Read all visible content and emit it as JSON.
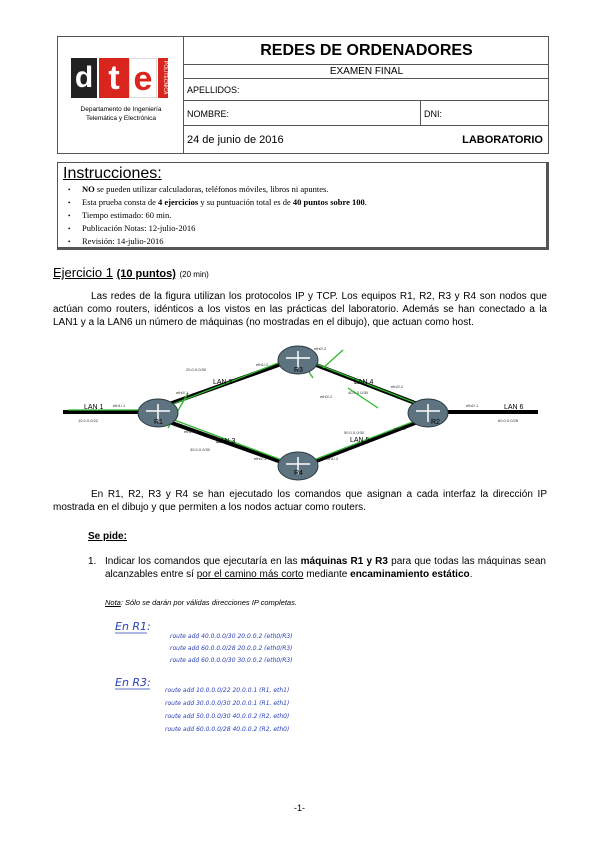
{
  "header": {
    "course_title": "REDES DE ORDENADORES",
    "exam_type": "EXAMEN FINAL",
    "apellidos_label": "APELLIDOS:",
    "nombre_label": "NOMBRE:",
    "dni_label": "DNI:",
    "date": "24 de junio de 2016",
    "section": "LABORATORIO",
    "logo": {
      "letters": [
        "d",
        "t",
        "e"
      ],
      "side_text": "POLITÉCNICA"
    },
    "department": [
      "Departamento de Ingeniería",
      "Telemática y Electrónica"
    ]
  },
  "instructions": {
    "title": "Instrucciones:",
    "items": [
      {
        "bold": "NO",
        "text": " se pueden utilizar calculadoras, teléfonos móviles, libros ni apuntes."
      },
      {
        "pre": "Esta prueba consta de ",
        "b1": "4 ejercicios",
        "mid": " y su puntuación total es de ",
        "b2": "40 puntos sobre 100",
        "post": "."
      },
      {
        "text": "Tiempo estimado: 60 min."
      },
      {
        "text": "Publicación Notas: 12-julio-2016"
      },
      {
        "text": "Revisión: 14-julio-2016"
      }
    ]
  },
  "exercise": {
    "title": "Ejercicio 1",
    "points": "(10 puntos)",
    "time": "(20 min)",
    "intro": "Las redes de la figura utilizan los protocolos IP y TCP. Los equipos R1, R2, R3 y R4 son nodos que actúan como routers, idénticos a los vistos en las prácticas del laboratorio. Además se han conectado a la LAN1 y a la LAN6 un número de máquinas (no mostradas en el dibujo), que actuan como host.",
    "second": "En R1, R2, R3 y R4 se han ejecutado los comandos que asignan a cada interfaz la dirección IP mostrada en el dibujo y que permiten a los nodos actuar como routers."
  },
  "diagram": {
    "routers": [
      "R1",
      "R2",
      "R3",
      "R4"
    ],
    "lans": [
      "LAN 1",
      "LAN 2",
      "LAN 3",
      "LAN 4",
      "LAN 5",
      "LAN 6"
    ],
    "nets": [
      "10.0.0.0/22",
      "20.0.0.0/30",
      "30.0.0.0/30",
      "40.0.0.0/30",
      "50.0.0.0/30",
      "60.0.0.0/28"
    ],
    "ifaces": [
      "eth1/.1",
      "eth0/.1",
      "eth2/.1",
      "eth1/.2",
      "eth0/.2",
      "eth0/.1",
      "eth1/.2",
      "eth2/.2",
      "eth2/.1",
      "eth1/.2",
      "eth0/.2"
    ]
  },
  "question": {
    "heading": "Se pide:",
    "number": "1.",
    "p1": "Indicar los comandos que ejecutaría en las ",
    "b1": "máquinas R1 y R3",
    "p2": " para que todas las máquinas sean alcanzables entre sí ",
    "u1": "por el camino más corto",
    "p3": " mediante ",
    "b2": "encaminamiento estático",
    "p4": ".",
    "note_label": "Nota",
    "note_text": ": Sólo se darán por válidas direcciones IP completas."
  },
  "handwriting": {
    "r1_label": "En R1:",
    "r1_lines": [
      "route add 40.0.0.0/30   20.0.0.2 (eth0/R3)",
      "route add 60.0.0.0/28   20.0.0.2 (eth0/R3)",
      "route add 60.0.0.0/30   30.0.0.2 (eth0/R3)"
    ],
    "r3_label": "En R3:",
    "r3_lines": [
      "route add 10.0.0.0/22   20.0.0.1 (R1, eth1)",
      "route add 30.0.0.0/30   20.0.0.1 (R1, eth1)",
      "route add 50.0.0.0/30   40.0.0.2 (R2, eth0)",
      "route add 60.0.0.0/28   40.0.0.2 (R2, eth0)"
    ]
  },
  "page_number": "-1-",
  "colors": {
    "logo_red": "#d9251d",
    "ink_blue": "#2a3fb5",
    "highlight_green": "#2db82d"
  }
}
